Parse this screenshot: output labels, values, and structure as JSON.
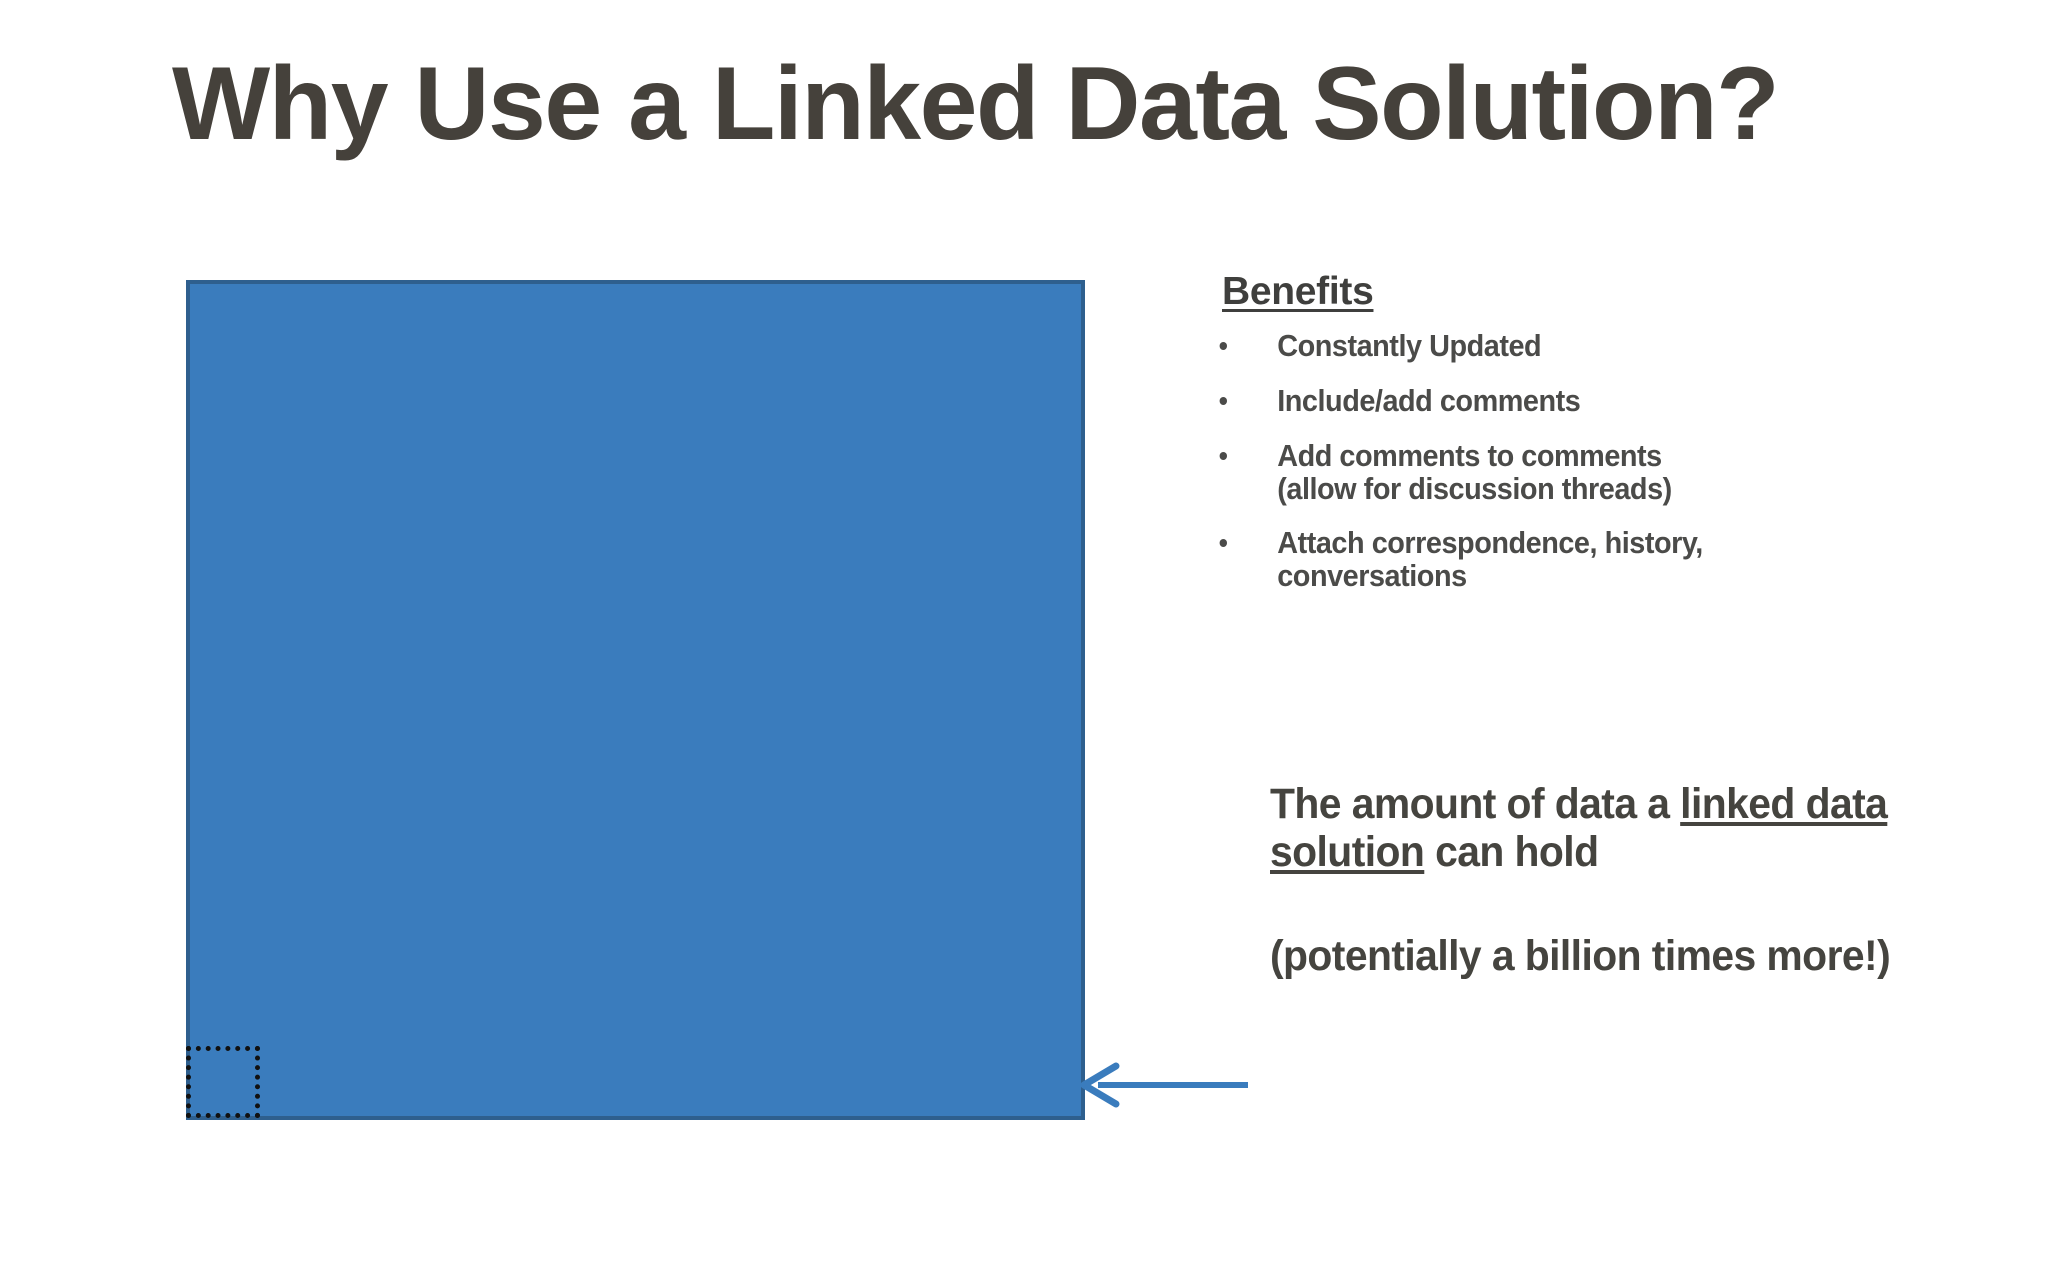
{
  "slide": {
    "title": "Why Use a Linked Data Solution?",
    "background_color": "#ffffff",
    "title_color": "#45413b"
  },
  "diagram": {
    "large_rect": {
      "label": "linked-data-capacity-area",
      "fill_color": "#3a7cbd",
      "border_color": "#2e5f8e"
    },
    "small_rect": {
      "label": "current-data-area",
      "border_color": "#111111",
      "border_style": "dotted"
    },
    "arrow": {
      "label": "callout-arrow",
      "color": "#3a7cbd",
      "direction": "left"
    }
  },
  "benefits": {
    "heading": "Benefits",
    "items": [
      {
        "line1": "Constantly Updated",
        "line2": ""
      },
      {
        "line1": "Include/add comments",
        "line2": ""
      },
      {
        "line1": "Add comments to comments",
        "line2": "(allow for discussion threads)"
      },
      {
        "line1": "Attach correspondence, history,",
        "line2": "conversations"
      }
    ]
  },
  "callout": {
    "primary_prefix": "The amount of data a ",
    "primary_underlined": "linked data solution",
    "primary_suffix": " can hold",
    "secondary": "(potentially a billion times more!)"
  }
}
